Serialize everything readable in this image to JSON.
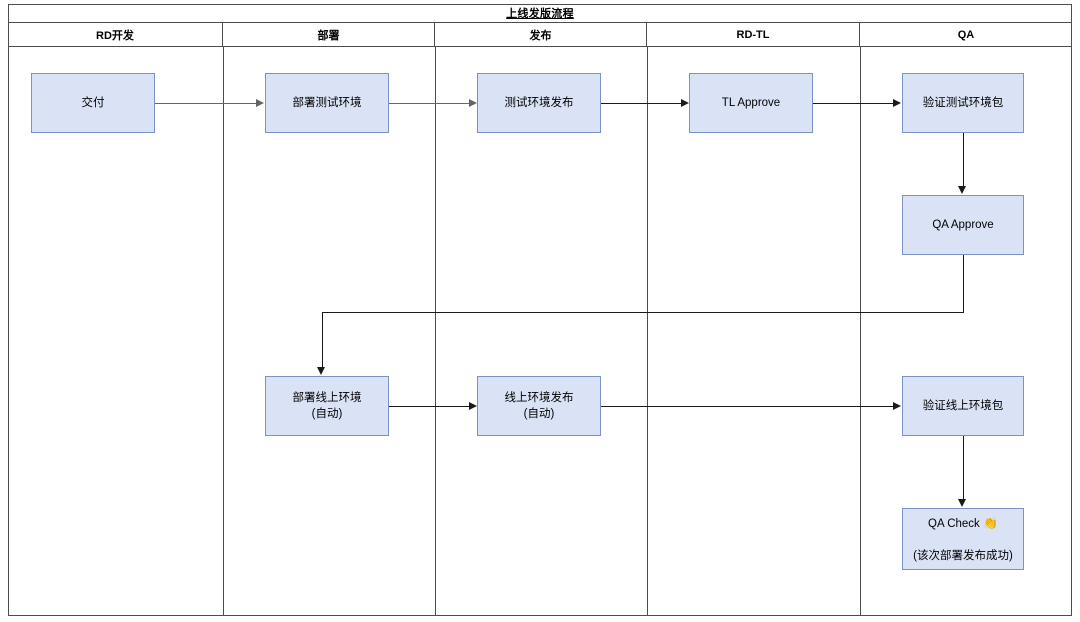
{
  "diagram": {
    "title": "上线发版流程",
    "type": "swimlane-flowchart",
    "colors": {
      "node_fill": "#dae3f6",
      "node_border": "#7a93c4",
      "lane_border": "#4d4d4d",
      "edge": "#1a1a1a",
      "edge_gray": "#666666",
      "background": "#ffffff"
    },
    "lanes": [
      {
        "id": "rd",
        "label": "RD开发"
      },
      {
        "id": "deploy",
        "label": "部署"
      },
      {
        "id": "release",
        "label": "发布"
      },
      {
        "id": "rdtl",
        "label": "RD-TL"
      },
      {
        "id": "qa",
        "label": "QA"
      }
    ],
    "nodes": [
      {
        "id": "n1",
        "lane": "rd",
        "label": "交付"
      },
      {
        "id": "n2",
        "lane": "deploy",
        "label": "部署测试环境"
      },
      {
        "id": "n3",
        "lane": "release",
        "label": "测试环境发布"
      },
      {
        "id": "n4",
        "lane": "rdtl",
        "label": "TL Approve"
      },
      {
        "id": "n5",
        "lane": "qa",
        "label": "验证测试环境包"
      },
      {
        "id": "n6",
        "lane": "qa",
        "label": "QA Approve"
      },
      {
        "id": "n7",
        "lane": "deploy",
        "label": "部署线上环境\n(自动)"
      },
      {
        "id": "n8",
        "lane": "release",
        "label": "线上环境发布\n(自动)"
      },
      {
        "id": "n9",
        "lane": "qa",
        "label": "验证线上环境包"
      },
      {
        "id": "n10",
        "lane": "qa",
        "label": "QA Check 👏\n(该次部署发布成功)",
        "text_line1": "QA Check ",
        "emoji": "👏",
        "text_line2": "(该次部署发布成功)"
      }
    ],
    "edges": [
      {
        "from": "n1",
        "to": "n2",
        "style": "gray"
      },
      {
        "from": "n2",
        "to": "n3",
        "style": "gray"
      },
      {
        "from": "n3",
        "to": "n4",
        "style": "dark"
      },
      {
        "from": "n4",
        "to": "n5",
        "style": "dark"
      },
      {
        "from": "n5",
        "to": "n6",
        "style": "dark"
      },
      {
        "from": "n6",
        "to": "n7",
        "style": "dark"
      },
      {
        "from": "n7",
        "to": "n8",
        "style": "dark"
      },
      {
        "from": "n8",
        "to": "n9",
        "style": "dark"
      },
      {
        "from": "n9",
        "to": "n10",
        "style": "dark"
      }
    ]
  }
}
